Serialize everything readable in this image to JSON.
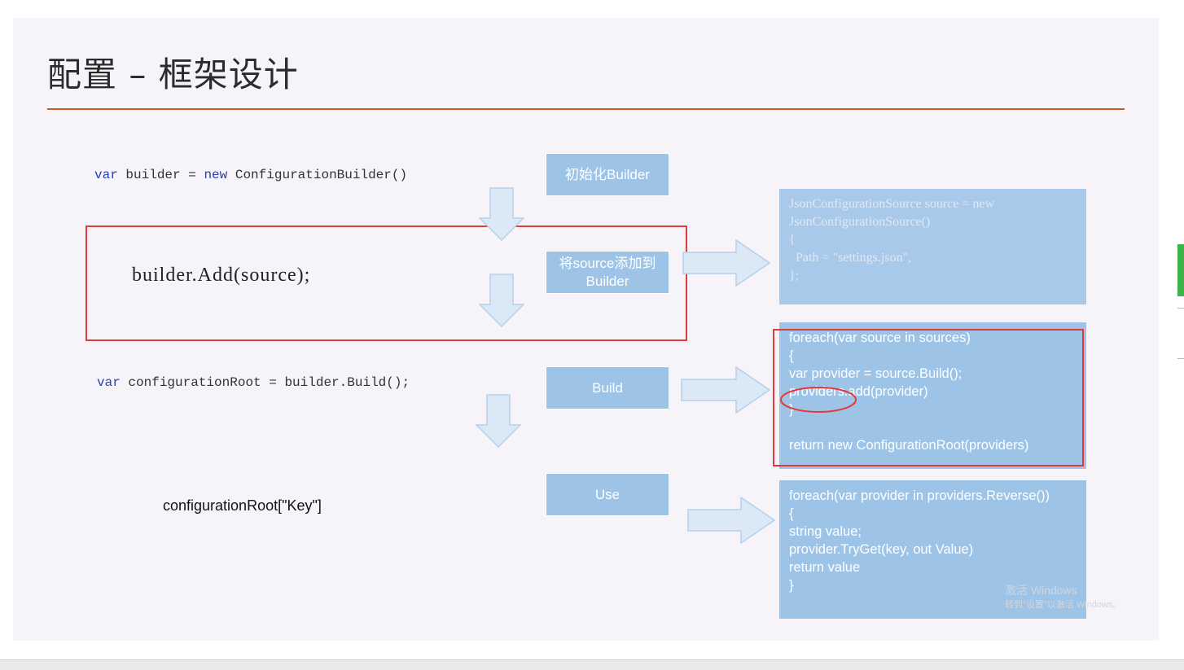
{
  "slide": {
    "title": "配置 – 框架设计"
  },
  "left_code": {
    "line1_kw1": "var",
    "line1_rest1": " builder = ",
    "line1_kw2": "new",
    "line1_rest2": " ConfigurationBuilder()",
    "line2": "builder.Add(source);",
    "line3_kw": "var",
    "line3_rest": " configurationRoot = builder.Build();",
    "line4": "configurationRoot[\"Key\"]"
  },
  "steps": [
    {
      "label": "初始化Builder"
    },
    {
      "label": "将source添加到\nBuilder"
    },
    {
      "label": "Build"
    },
    {
      "label": "Use"
    }
  ],
  "panels": {
    "json_source": "JsonConfigurationSource source = new\nJsonConfigurationSource()\n{\n  Path = \"settings.json\",\n};",
    "build": "foreach(var source in sources)\n{\nvar provider = source.Build();\nproviders.add(provider)\n}\n\nreturn new ConfigurationRoot(providers)",
    "use": "foreach(var provider in providers.Reverse())\n{\nstring value;\nprovider.TryGet(key, out Value)\nreturn value\n}"
  },
  "watermark": {
    "line1": "激活 Windows",
    "line2": "转到\"设置\"以激活 Windows。"
  },
  "colors": {
    "accent_rule": "#c85a2a",
    "box_blue": "#9dc3e6",
    "highlight_red": "#e03a3a",
    "keyword_blue": "#2a3fb0"
  }
}
